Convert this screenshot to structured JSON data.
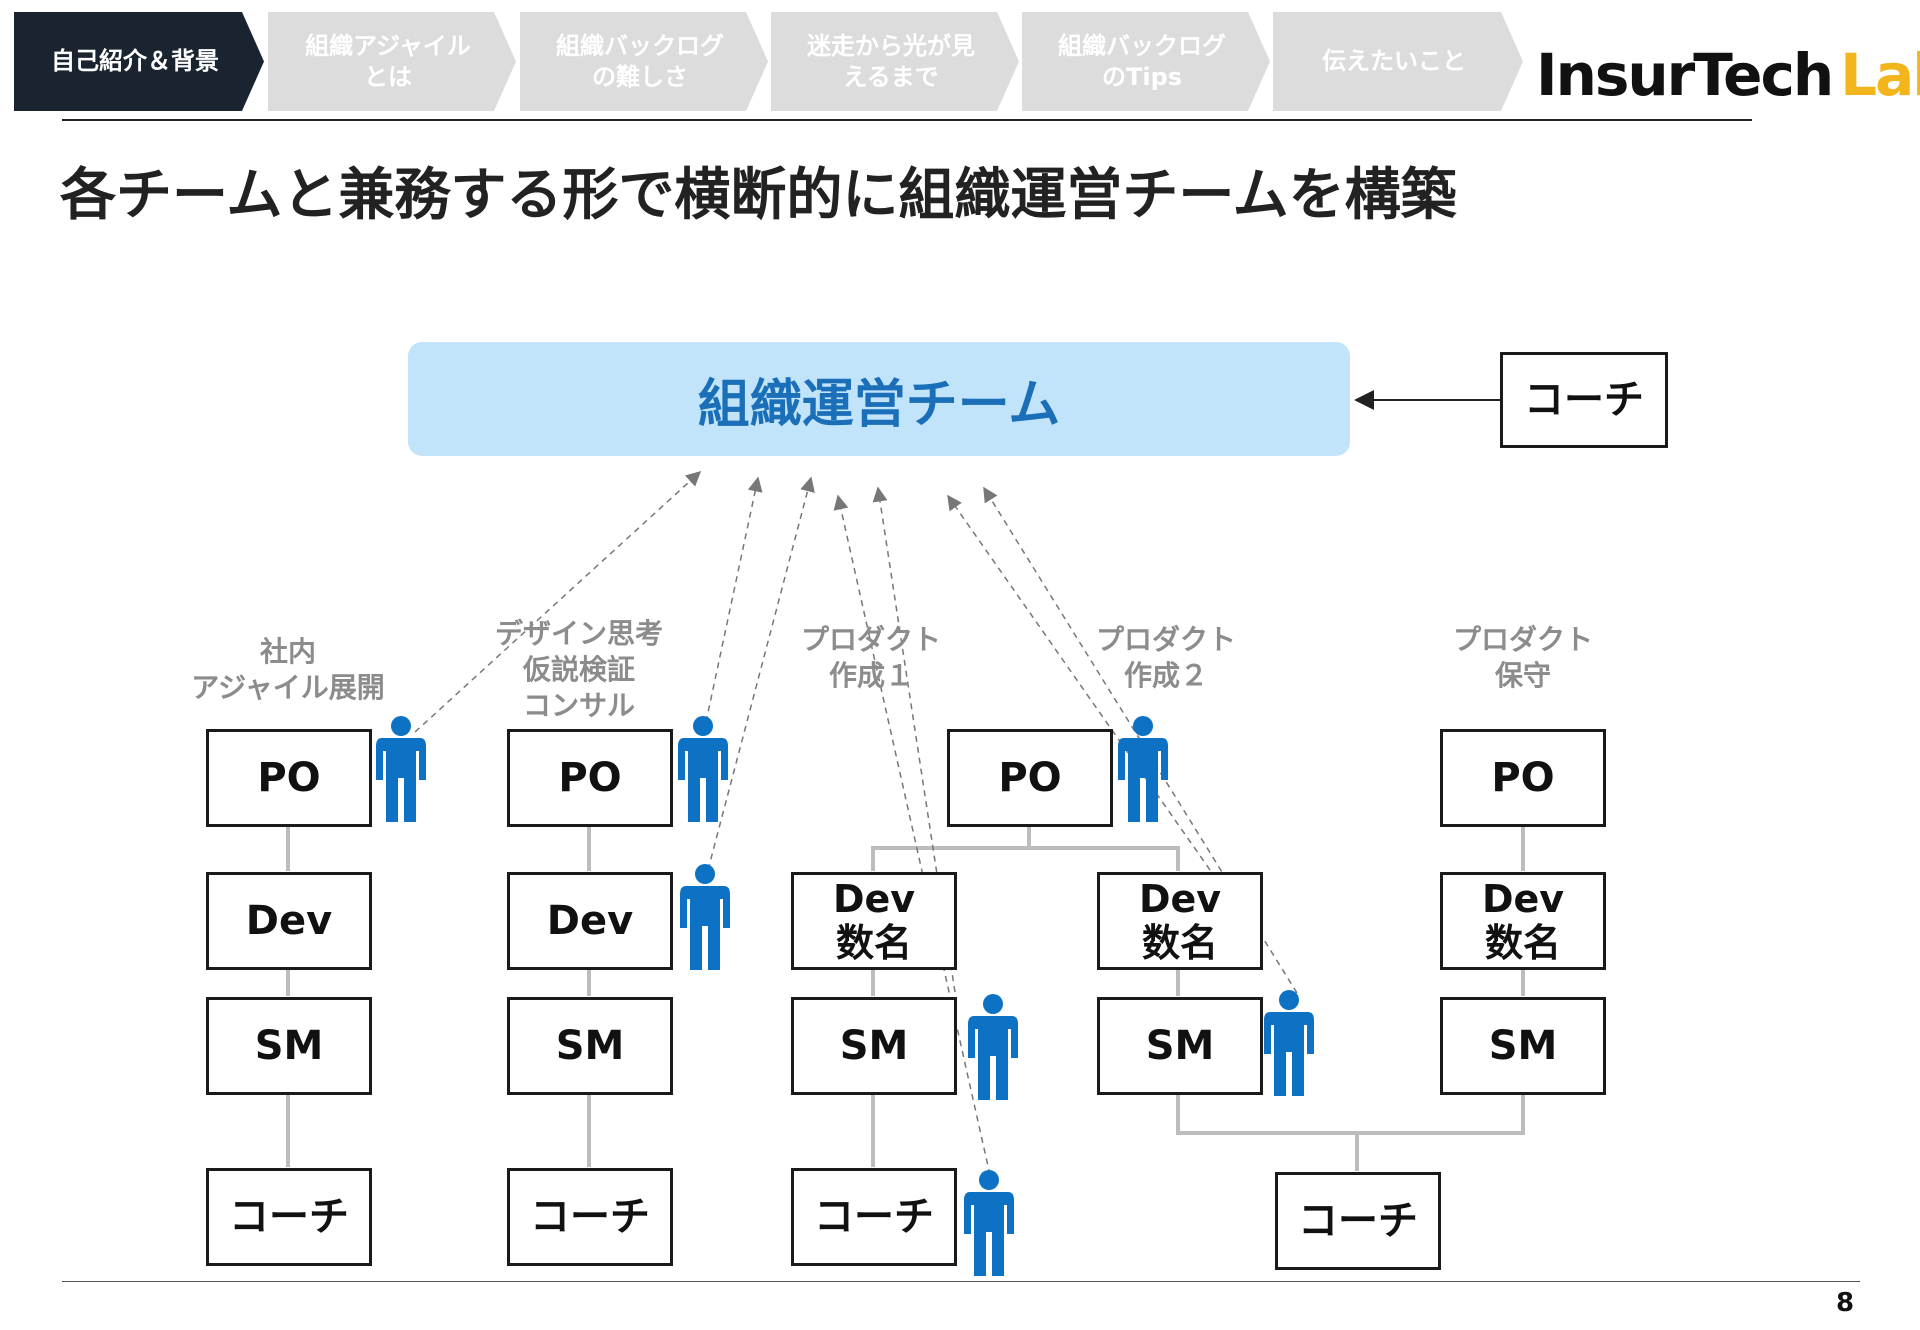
{
  "breadcrumb": [
    {
      "label": "自己紹介＆背景",
      "active": true
    },
    {
      "label": "組織アジャイル\nとは",
      "active": false
    },
    {
      "label": "組織バックログ\nの難しさ",
      "active": false
    },
    {
      "label": "迷走から光が見\nえるまで",
      "active": false
    },
    {
      "label": "組織バックログ\nのTips",
      "active": false
    },
    {
      "label": "伝えたいこと",
      "active": false
    }
  ],
  "logo": {
    "part1": "InsurTech",
    "part2": "Lab."
  },
  "title": "各チームと兼務する形で横断的に組織運営チームを構築",
  "org_team": "組織運営チーム",
  "coach_top": "コーチ",
  "teams": [
    {
      "label": "社内\nアジャイル展開",
      "po": "PO",
      "dev": "Dev",
      "sm": "SM",
      "coach": "コーチ"
    },
    {
      "label": "デザイン思考\n仮説検証\nコンサル",
      "po": "PO",
      "dev": "Dev",
      "sm": "SM",
      "coach": "コーチ"
    },
    {
      "label": "プロダクト\n作成１",
      "dev": "Dev\n数名",
      "sm": "SM",
      "coach": "コーチ"
    },
    {
      "label": "プロダクト\n作成２",
      "dev": "Dev\n数名",
      "sm": "SM"
    },
    {
      "label": "プロダクト\n保守",
      "po": "PO",
      "dev": "Dev\n数名",
      "sm": "SM"
    }
  ],
  "shared_po": "PO",
  "shared_coach": "コーチ",
  "page_number": "8",
  "colors": {
    "active_crumb": "#1a2330",
    "inactive_crumb": "#dcdcdc",
    "team_bg": "#c2e4fb",
    "team_text": "#1a6fb8",
    "person": "#0e72c4",
    "logo_accent": "#f2b51b"
  }
}
